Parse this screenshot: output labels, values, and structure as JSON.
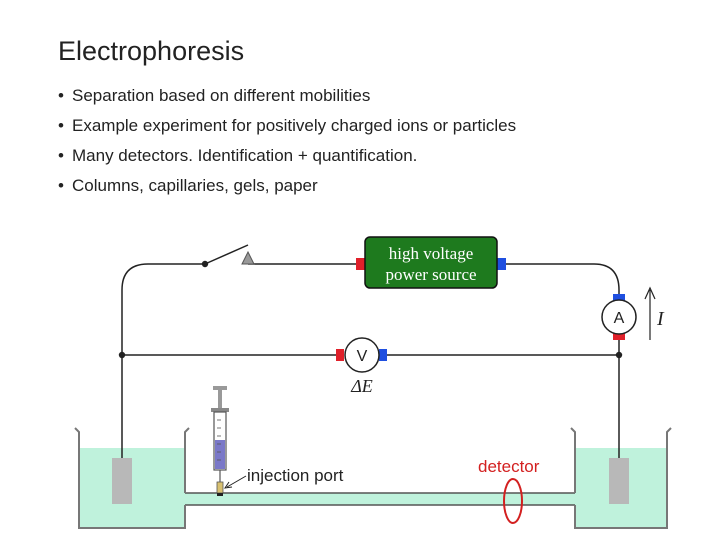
{
  "slide": {
    "title": "Electrophoresis",
    "bullets": [
      "Separation based on different mobilities",
      "Example experiment for positively charged ions or particles",
      "Many detectors. Identification + quantification.",
      "Columns, capillaries, gels, paper"
    ],
    "bullet_char": "•"
  },
  "diagram": {
    "power_source_line1": "high voltage",
    "power_source_line2": "power source",
    "ammeter_symbol": "A",
    "voltmeter_symbol": "V",
    "voltage_label": "ΔE",
    "current_label": "I",
    "injection_label": "injection port",
    "detector_label": "detector",
    "colors": {
      "power_source_fill": "#1e7a1e",
      "positive_terminal": "#e0202a",
      "negative_terminal": "#1f4fe0",
      "buffer": "#bff2dc",
      "detector": "#d32020",
      "electrode": "#b8b8b8"
    }
  }
}
